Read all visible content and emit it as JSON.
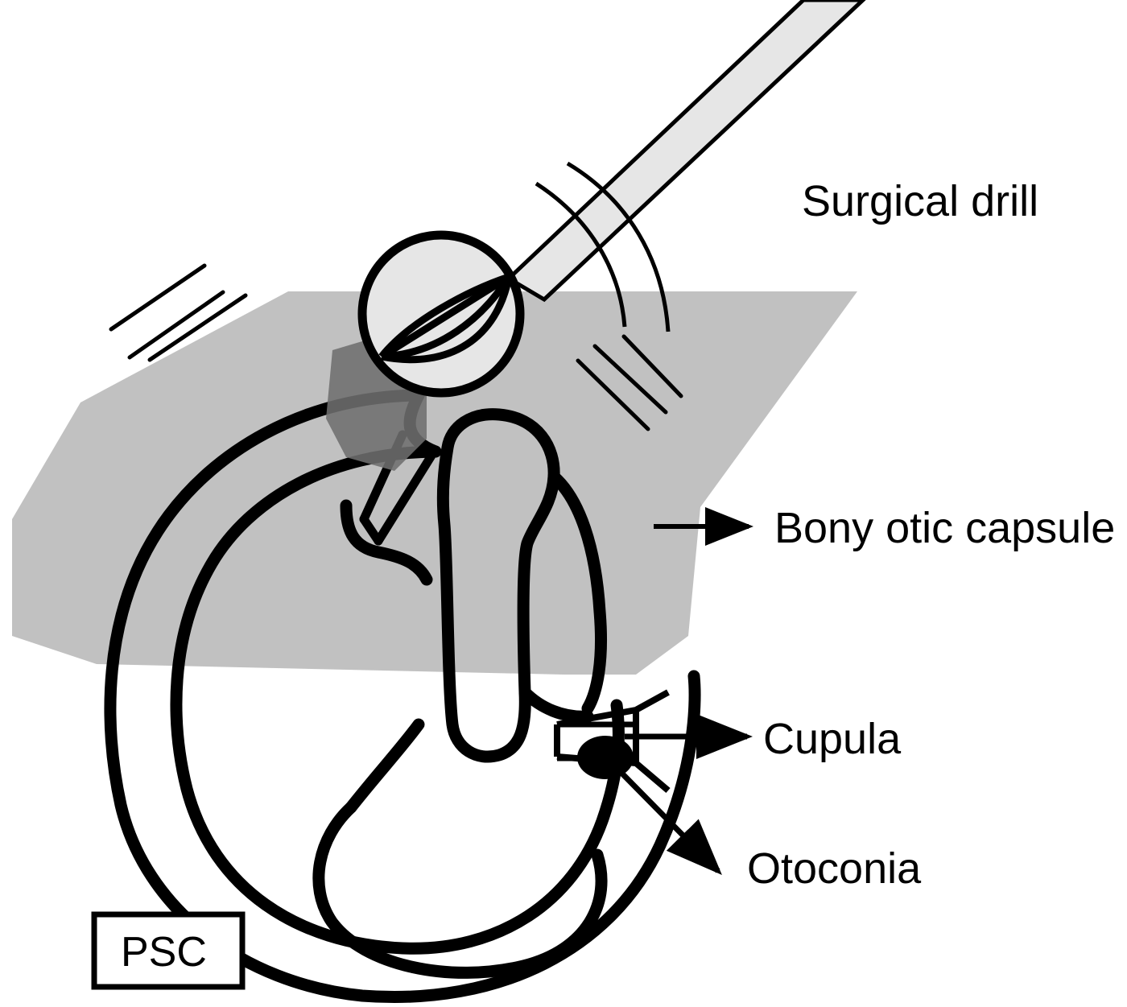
{
  "figure": {
    "title": "Posterior semicircular canal occlusion diagram",
    "type": "anatomical-line-diagram"
  },
  "labels": {
    "surgical_drill": "Surgical drill",
    "bony_otic_capsule": "Bony otic capsule",
    "cupula": "Cupula",
    "otoconia": "Otoconia",
    "psc": "PSC"
  },
  "colors": {
    "outline": "#000000",
    "capsule_gray": "#b3b3b3",
    "drilled_gray": "#6e6e6e",
    "burr_fill": "#e6e6e6",
    "shaft_fill": "#e6e6e6",
    "background": "#ffffff"
  },
  "parts": {
    "drill_burr": "drill-burr-head",
    "drill_shaft": "drill-shaft",
    "vibration_arcs": "drill-vibration-arcs",
    "motion_lines_left": "motion-lines-left",
    "motion_lines_right": "motion-lines-right",
    "otic_capsule": "bony-otic-capsule-shape",
    "drilled_window": "drilled-bone-window",
    "canal_outline": "posterior-semicircular-canal-outline",
    "common_crus": "common-crus",
    "ampulla": "ampulla",
    "cupula_shape": "cupula-wedge",
    "otoconia_mass": "otoconia-debris"
  }
}
